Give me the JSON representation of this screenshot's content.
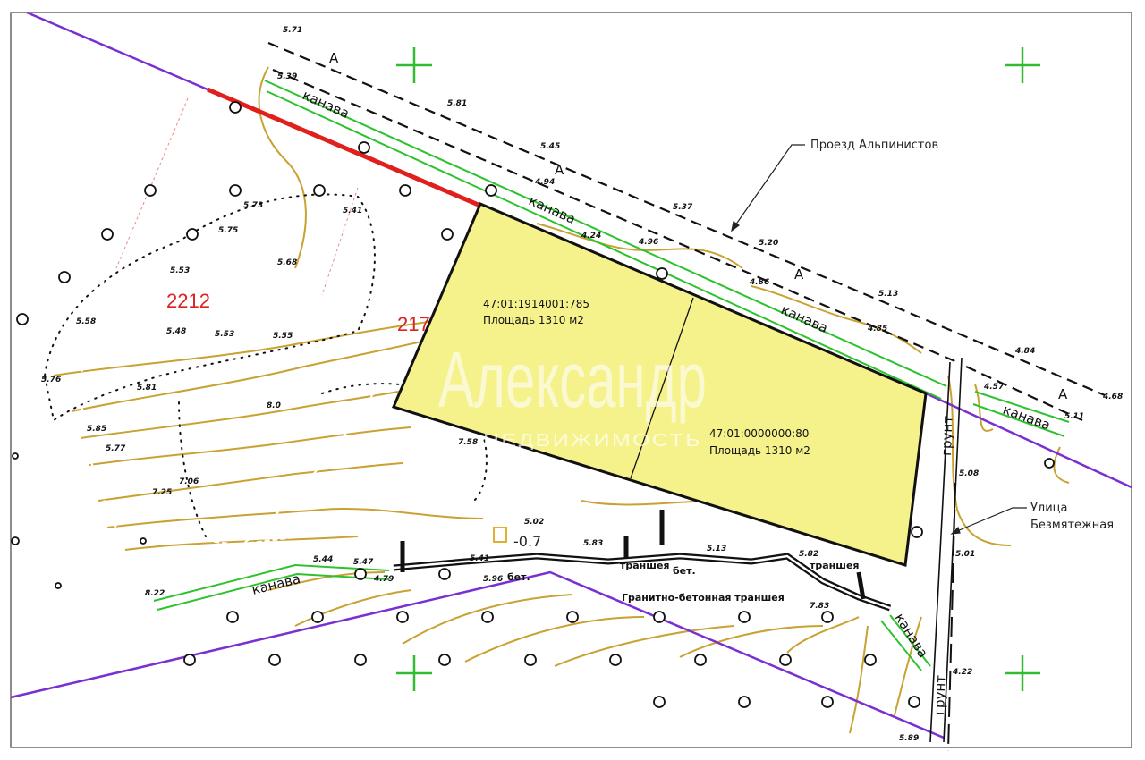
{
  "map": {
    "street_labels": {
      "proezd": "Проезд Альпинистов",
      "ulitsa_line1": "Улица",
      "ulitsa_line2": "Безмятежная"
    },
    "parcels": [
      {
        "cadastral": "47:01:1914001:785",
        "area": "Площадь 1310 м2"
      },
      {
        "cadastral": "47:01:0000000:80",
        "area": "Площадь 1310 м2"
      }
    ],
    "neighbor_labels": [
      "2212",
      "217"
    ],
    "trench_label": "Гранитно-бетонная траншея",
    "trench_small": [
      "траншея",
      "бет.",
      "траншея",
      "бет."
    ],
    "canal_label": "канава",
    "ground_label": "грунт",
    "road_marker": "A",
    "level_label": "-0.7",
    "elevations": [
      "5.71",
      "5.39",
      "5.81",
      "5.45",
      "5.37",
      "5.20",
      "5.13",
      "4.84",
      "4.68",
      "4.57",
      "5.11",
      "5.08",
      "5.01",
      "4.22",
      "5.89",
      "5.73",
      "5.41",
      "5.75",
      "5.68",
      "5.53",
      "5.58",
      "5.48",
      "5.53",
      "5.55",
      "5.81",
      "5.76",
      "5.85",
      "5.77",
      "7.58",
      "7.06",
      "7.25",
      "8.22",
      "5.41",
      "5.44",
      "5.47",
      "4.79",
      "5.96",
      "5.83",
      "5.13",
      "5.82",
      "7.83",
      "4.86",
      "4.94",
      "4.24",
      "4.96",
      "4.85",
      "5.02",
      "8.0"
    ],
    "watermark": {
      "main": "Александр",
      "sub": "НЕДВИЖИМОСТЬ"
    },
    "colors": {
      "parcel_fill": "#f5f28c",
      "boundary_purple": "#7a2fd0",
      "boundary_red": "#e0201c",
      "canal_green": "#2ec22e",
      "contour": "#c9a233",
      "cross": "#33bb33"
    }
  }
}
